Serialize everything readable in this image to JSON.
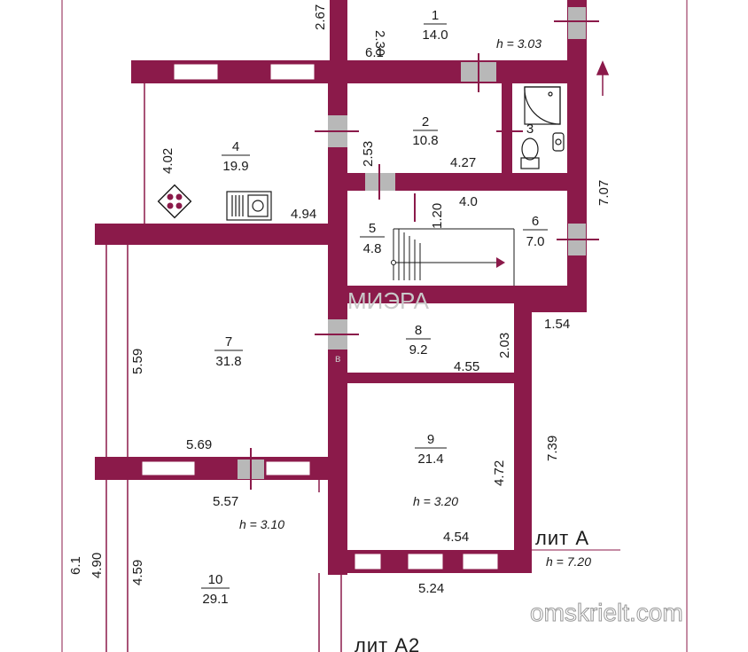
{
  "colors": {
    "wall": "#8b1a4a",
    "door": "#b8b8b8",
    "text": "#1a1a1a"
  },
  "rooms": [
    {
      "num": "1",
      "area": "14.0"
    },
    {
      "num": "2",
      "area": "10.8"
    },
    {
      "num": "3"
    },
    {
      "num": "4",
      "area": "19.9"
    },
    {
      "num": "5",
      "area": "4.8"
    },
    {
      "num": "6",
      "area": "7.0"
    },
    {
      "num": "7",
      "area": "31.8"
    },
    {
      "num": "8",
      "area": "9.2"
    },
    {
      "num": "9",
      "area": "21.4"
    },
    {
      "num": "10",
      "area": "29.1"
    }
  ],
  "dimensions": [
    "2.67",
    "2.30",
    "6.1",
    "4.02",
    "4.94",
    "2.53",
    "4.27",
    "1.20",
    "4.0",
    "7.07",
    "1.54",
    "5.59",
    "2.03",
    "4.55",
    "5.69",
    "5.57",
    "7.39",
    "4.72",
    "4.54",
    "5.24",
    "6.1",
    "4.90",
    "4.59"
  ],
  "heights": [
    "h = 3.03",
    "h = 3.10",
    "h = 3.20",
    "h = 7.20"
  ],
  "labels": {
    "lit_a": "лит  А",
    "lit_a2": "лит А2"
  },
  "watermark": {
    "brand": "МИЭРА",
    "letter": "в",
    "site": "omskrielt.com"
  },
  "icons": [
    "shower-icon",
    "sink-icon",
    "toilet-icon",
    "stove-icon",
    "kitchen-sink-icon",
    "stairs-icon",
    "arrow-up-icon"
  ]
}
